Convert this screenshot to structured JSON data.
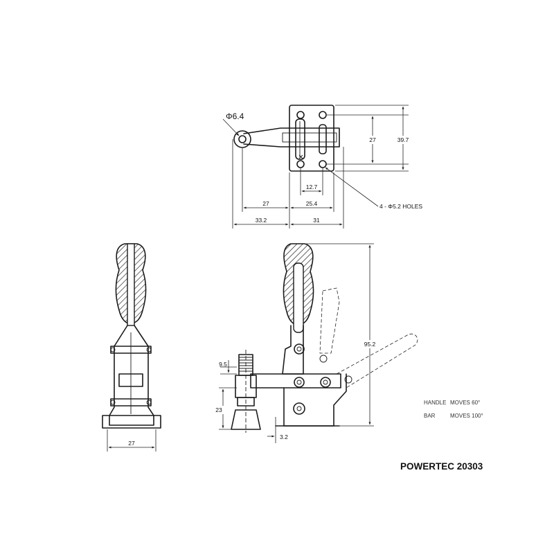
{
  "top_view": {
    "hole_dia_label": "Φ6.4",
    "dims": {
      "d27_vertical": "27",
      "d39_7": "39.7",
      "d12_7": "12.7",
      "d27_horizontal": "27",
      "d25_4": "25.4",
      "d33_2": "33.2",
      "d31": "31"
    },
    "holes_note": "4 - Φ5.2 HOLES"
  },
  "front_view": {
    "dims": {
      "d27": "27"
    }
  },
  "side_view": {
    "dims": {
      "d9_5": "9.5",
      "d23": "23",
      "d3_2": "3.2",
      "d95_2": "95.2"
    },
    "notes": {
      "handle_label": "HANDLE",
      "handle_value": "MOVES 60°",
      "bar_label": "BAR",
      "bar_value": "MOVES 100°"
    }
  },
  "product_title": "POWERTEC 20303"
}
